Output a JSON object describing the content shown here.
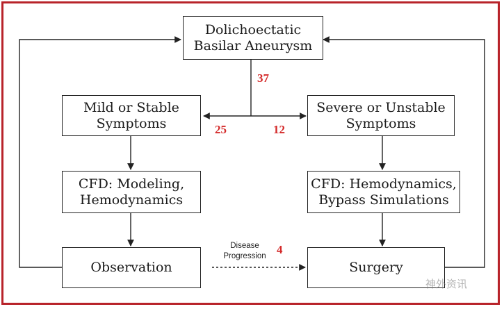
{
  "nodes": {
    "aneurysm": "Dolichoectatic\nBasilar Aneurysm",
    "mild": "Mild or Stable\nSymptoms",
    "severe": "Severe or Unstable\nSymptoms",
    "cfd_left": "CFD: Modeling,\nHemodynamics",
    "cfd_right": "CFD: Hemodynamics,\nBypass Simulations",
    "observation": "Observation",
    "surgery": "Surgery"
  },
  "counts": {
    "total": "37",
    "mild": "25",
    "severe": "12",
    "progression": "4"
  },
  "progression_label": "Disease\nProgression",
  "watermark": "神外资讯",
  "colors": {
    "frame": "#b8232a",
    "count": "#d42a2a",
    "line": "#222222"
  }
}
